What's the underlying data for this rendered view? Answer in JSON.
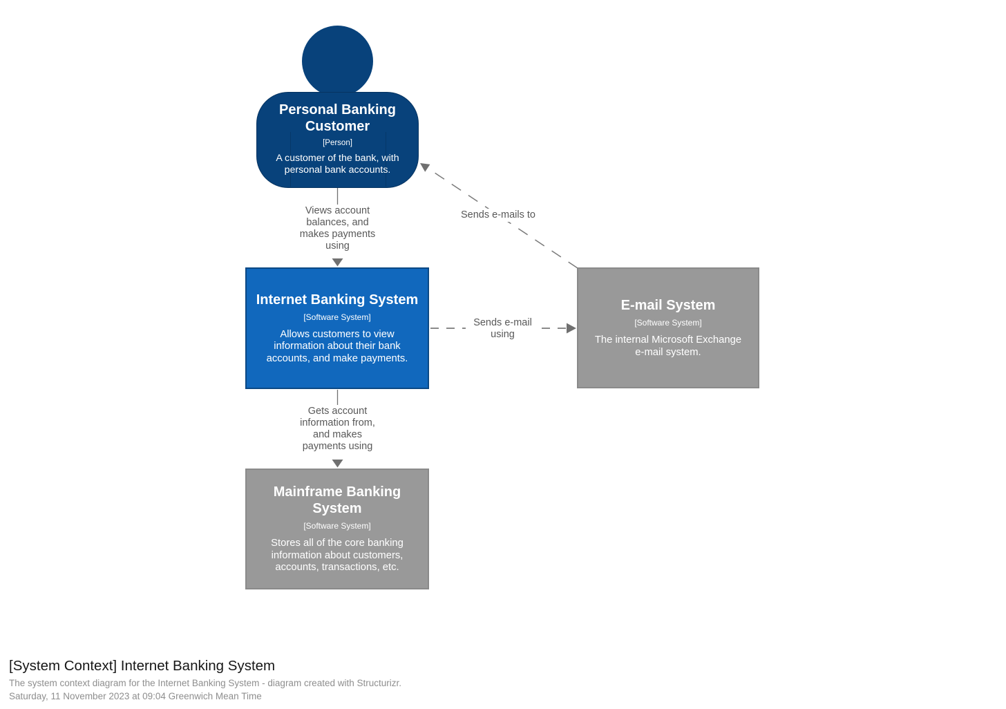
{
  "footer": {
    "title": "[System Context] Internet Banking System",
    "description": "The system context diagram for the Internet Banking System - diagram created with Structurizr.",
    "timestamp": "Saturday, 11 November 2023 at 09:04 Greenwich Mean Time"
  },
  "elements": {
    "customer": {
      "name": "Personal Banking\nCustomer",
      "meta": "[Person]",
      "description": "A customer of the bank, with\npersonal bank accounts."
    },
    "internet_banking": {
      "name": "Internet Banking System",
      "meta": "[Software System]",
      "description": "Allows customers to view\ninformation about their bank\naccounts, and make payments."
    },
    "email": {
      "name": "E-mail System",
      "meta": "[Software System]",
      "description": "The internal Microsoft Exchange\ne-mail system."
    },
    "mainframe": {
      "name": "Mainframe Banking\nSystem",
      "meta": "[Software System]",
      "description": "Stores all of the core banking\ninformation about customers,\naccounts, transactions, etc."
    }
  },
  "relationships": {
    "views": {
      "label": "Views account\nbalances, and\nmakes payments\nusing"
    },
    "gets": {
      "label": "Gets account\ninformation from,\nand makes\npayments using"
    },
    "sends_email_using": {
      "label": "Sends e-mail\nusing"
    },
    "sends_emails_to": {
      "label": "Sends e-mails to"
    }
  },
  "colors": {
    "person_fill": "#08427b",
    "system_fill": "#1168bd",
    "system_border": "#0b4884",
    "external_fill": "#999999",
    "external_border": "#8a8a8a",
    "relationship": "#707070",
    "relationship_text": "#585858"
  }
}
